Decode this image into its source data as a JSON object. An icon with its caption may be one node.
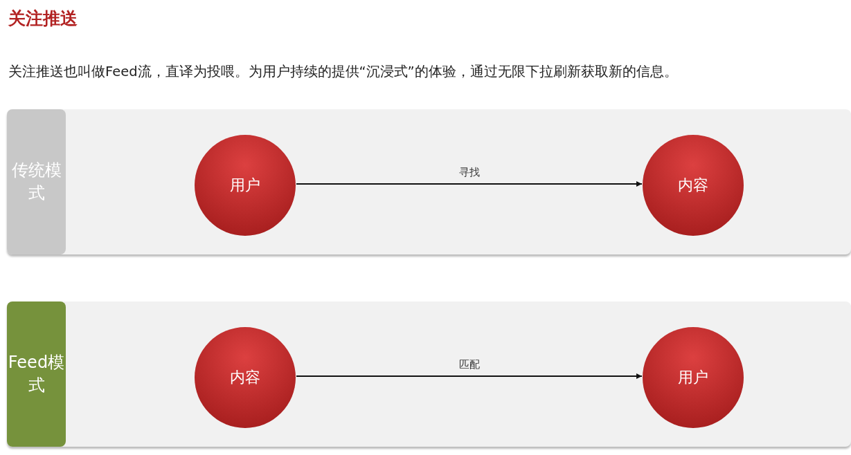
{
  "diagram": {
    "title": "关注推送",
    "nodes": [
      {
        "text": [
          "传统模式"
        ]
      },
      {
        "text": [
          "用户"
        ],
        "in": 0
      },
      {
        "text": [
          "内容"
        ],
        "in": 0
      },
      {
        "text": [
          "Feed模式"
        ]
      },
      {
        "text": [
          "内容"
        ],
        "in": 3
      },
      {
        "text": [
          "用户"
        ],
        "in": 3
      }
    ],
    "edges": [
      {
        "from": 1,
        "to": 2,
        "arrow": "to",
        "label": "寻找"
      },
      {
        "from": 4,
        "to": 5,
        "arrow": "to",
        "label": "匹配"
      }
    ],
    "labels": [
      "关注推送也叫做Feed流，直译为投喂。为用户持续的提供“沉浸式”的体验，通过无限下拉刷新获取新的信息。"
    ]
  }
}
